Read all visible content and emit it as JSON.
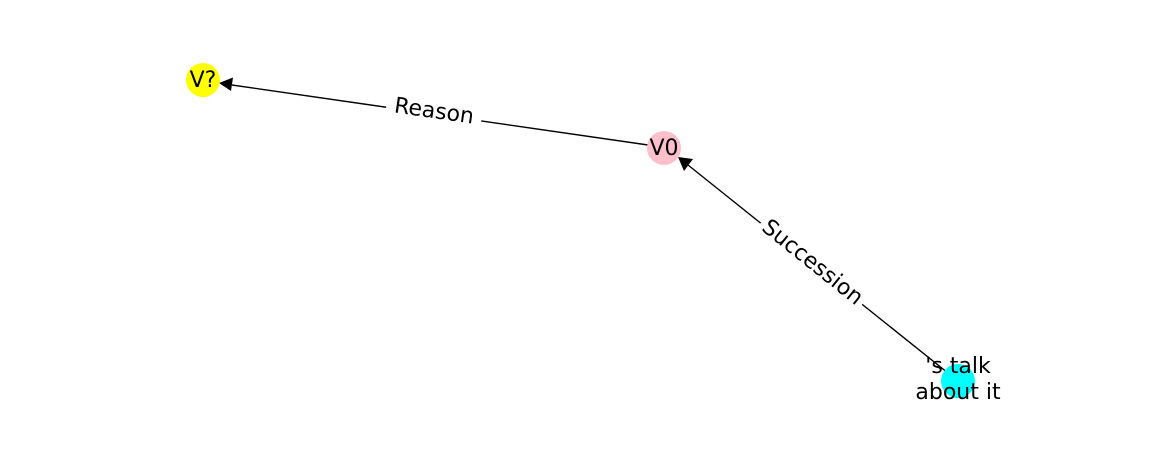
{
  "graph": {
    "nodes": [
      {
        "id": "v_q",
        "label": "V?",
        "color": "#ffff00"
      },
      {
        "id": "v0",
        "label": "V0",
        "color": "#ffc0cb"
      },
      {
        "id": "talk",
        "label_lines": [
          "'s talk",
          "about it"
        ],
        "color": "#00ffff"
      }
    ],
    "edges": [
      {
        "from": "v0",
        "to": "v_q",
        "label": "Reason"
      },
      {
        "from": "talk",
        "to": "v0",
        "label": "Succession"
      }
    ],
    "colors": {
      "edge": "#000000",
      "label_background": "#ffffff"
    }
  }
}
